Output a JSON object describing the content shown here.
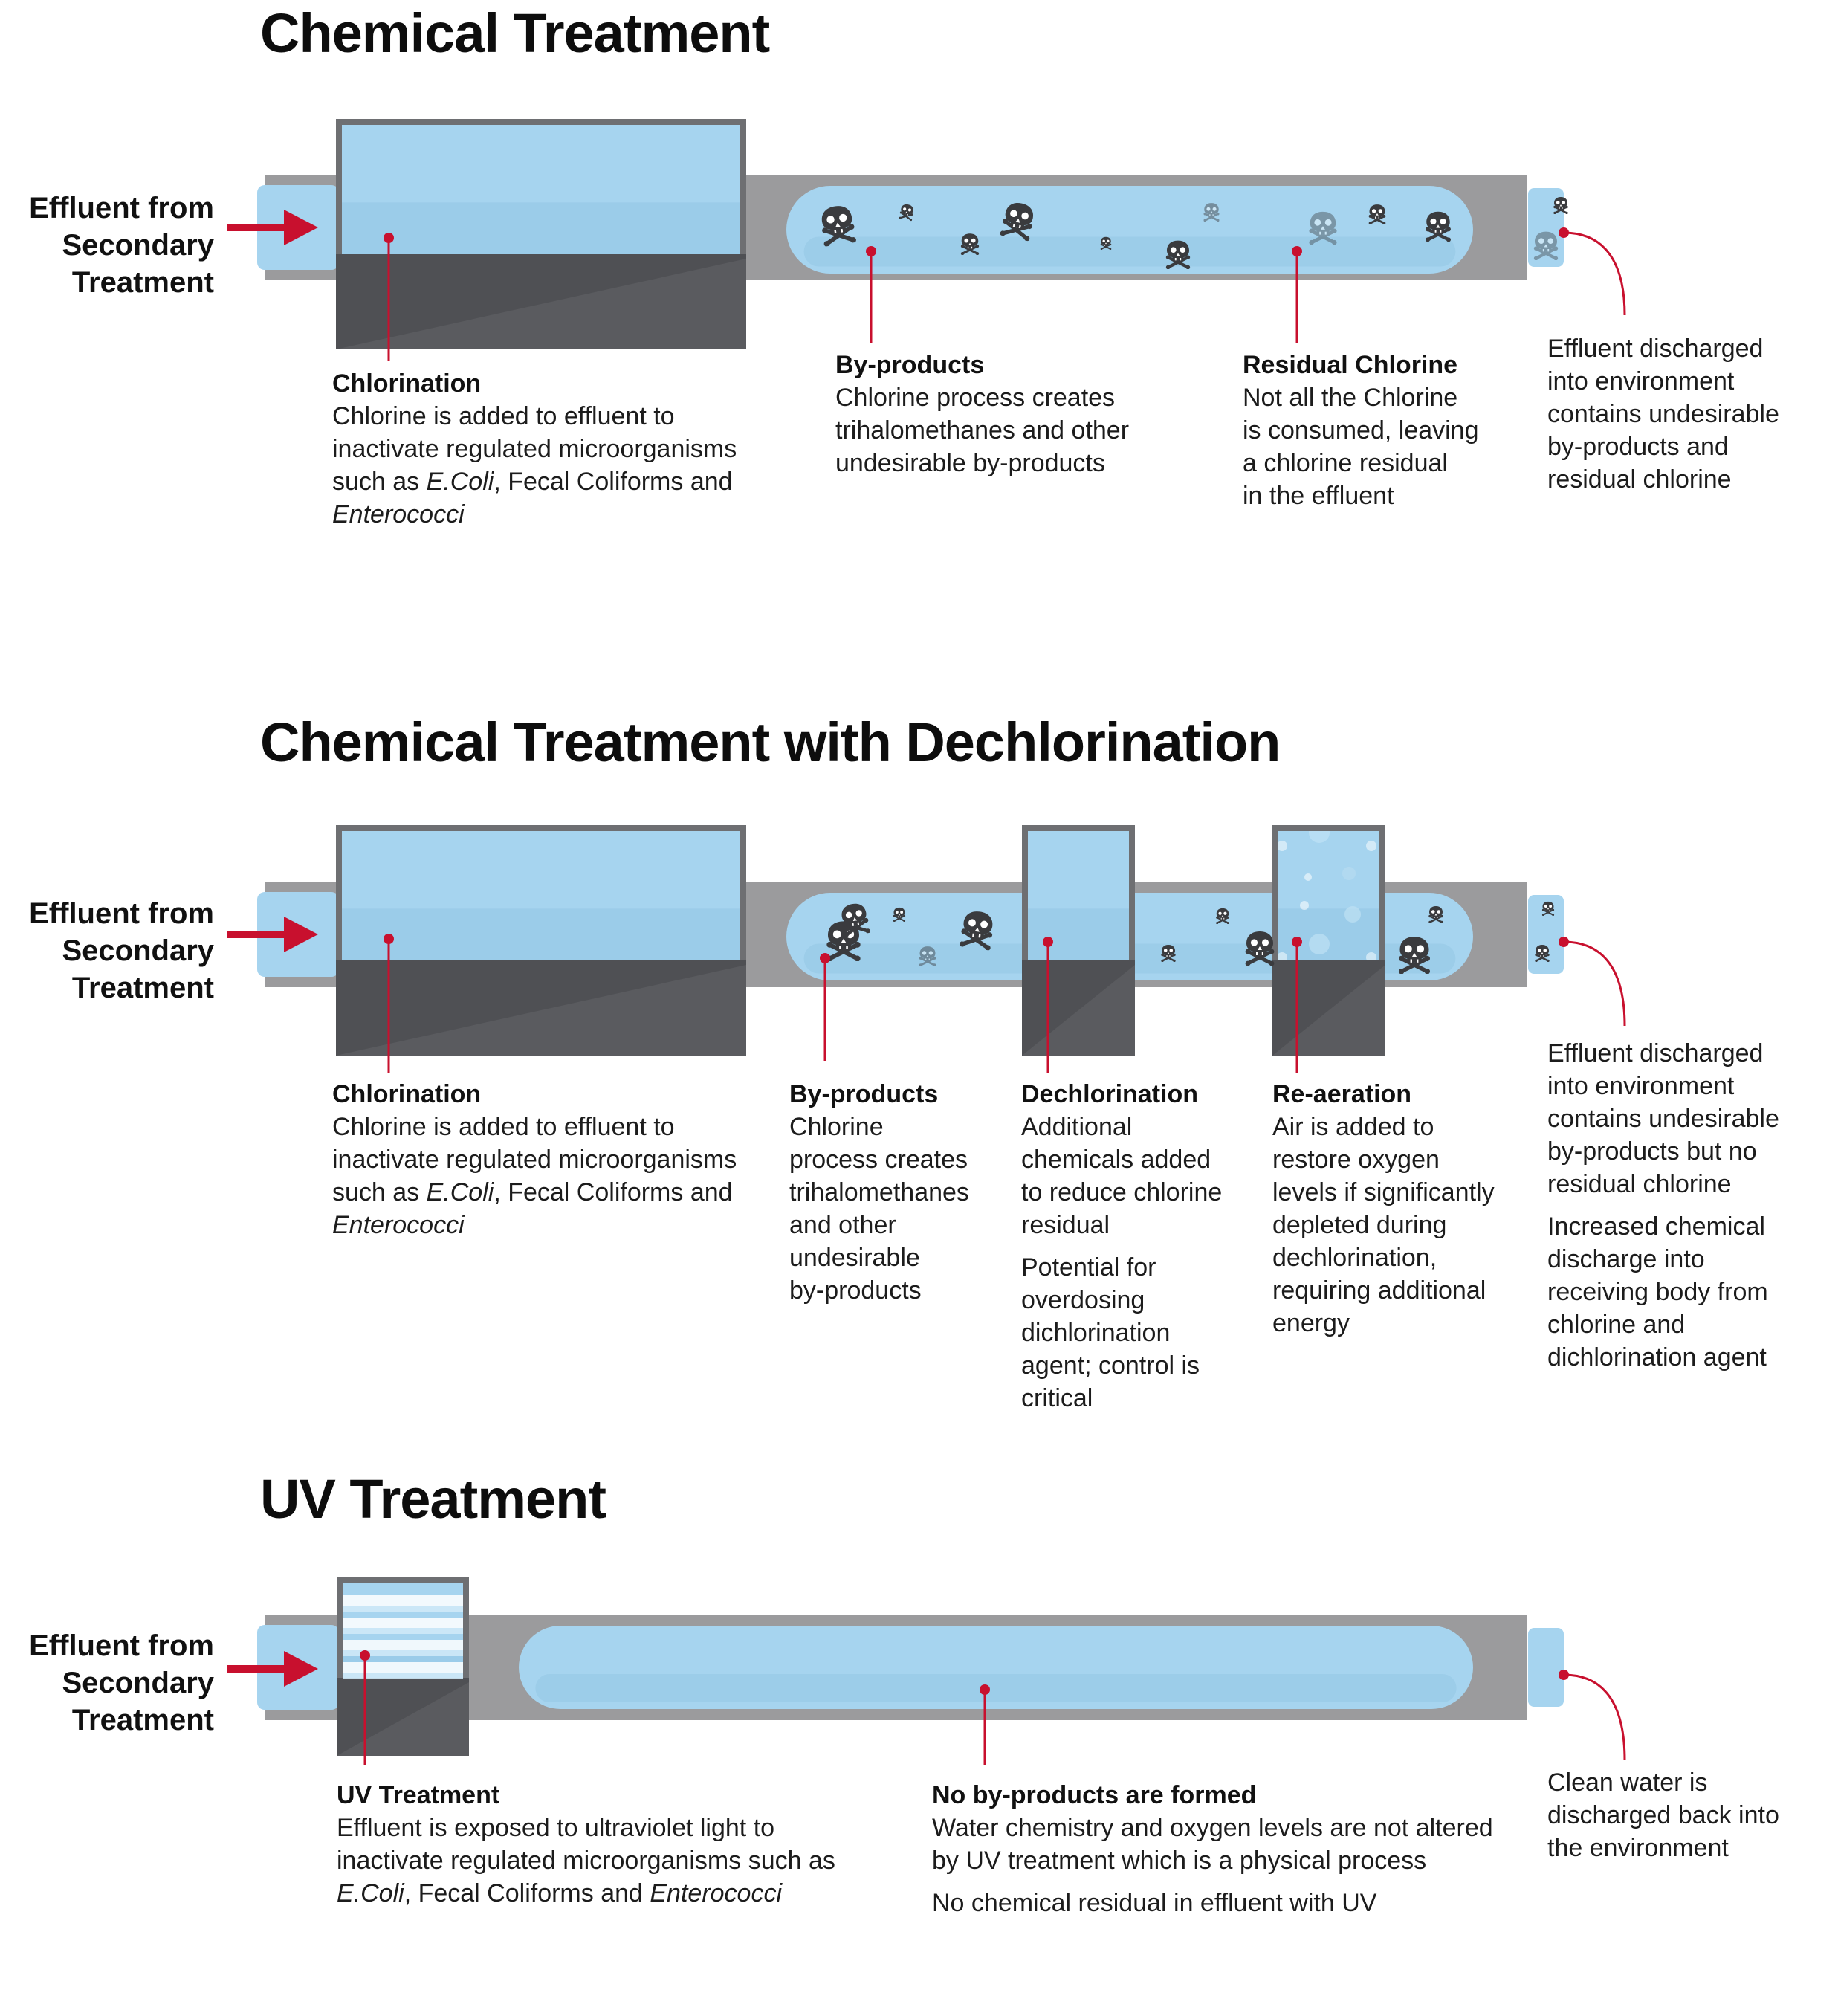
{
  "colors": {
    "pipe": "#9b9b9d",
    "pipe_dark": "#6e6f72",
    "water": "#a6d4ef",
    "water_deep": "#92c5e3",
    "tank_base": "#4f5054",
    "accent_red": "#c8102e",
    "skull": "#3a3b3e"
  },
  "icons": {
    "skull": "skull-crossbones-icon",
    "arrow": "inflow-arrow-icon",
    "bubble": "air-bubble-icon",
    "uv": "uv-lamp-icon"
  },
  "sections": [
    {
      "title": "Chemical Treatment",
      "inlet": [
        "Effluent from",
        "Secondary",
        "Treatment"
      ],
      "labels": [
        {
          "heading": "Chlorination",
          "lines": [
            "Chlorine is added to effluent to",
            "inactivate regulated microorganisms",
            "such as E.Coli, Fecal Coliforms and",
            "Enterococci"
          ],
          "extra": []
        },
        {
          "heading": "By-products",
          "lines": [
            "Chlorine process creates",
            "trihalomethanes and other",
            "undesirable by-products"
          ],
          "extra": []
        },
        {
          "heading": "Residual Chlorine",
          "lines": [
            "Not all the Chlorine",
            "is consumed, leaving",
            "a chlorine residual",
            "in the effluent"
          ],
          "extra": []
        },
        {
          "heading": "",
          "lines": [
            "Effluent discharged",
            "into environment",
            "contains undesirable",
            "by-products and",
            "residual chlorine"
          ],
          "extra": []
        }
      ]
    },
    {
      "title": "Chemical Treatment with Dechlorination",
      "inlet": [
        "Effluent from",
        "Secondary",
        "Treatment"
      ],
      "labels": [
        {
          "heading": "Chlorination",
          "lines": [
            "Chlorine is added to effluent to",
            "inactivate regulated microorganisms",
            "such as E.Coli, Fecal Coliforms and",
            "Enterococci"
          ],
          "extra": []
        },
        {
          "heading": "By-products",
          "lines": [
            "Chlorine",
            "process creates",
            "trihalomethanes",
            "and other",
            "undesirable",
            "by-products"
          ],
          "extra": []
        },
        {
          "heading": "Dechlorination",
          "lines": [
            "Additional",
            "chemicals added",
            "to reduce chlorine",
            "residual"
          ],
          "extra": [
            "Potential for",
            "overdosing",
            "dichlorination",
            "agent; control is",
            "critical"
          ]
        },
        {
          "heading": "Re-aeration",
          "lines": [
            "Air is added to",
            "restore oxygen",
            "levels if significantly",
            "depleted during",
            "dechlorination,",
            "requiring additional",
            "energy"
          ],
          "extra": []
        },
        {
          "heading": "",
          "lines": [
            "Effluent discharged",
            "into environment",
            "contains undesirable",
            "by-products but no",
            "residual chlorine"
          ],
          "extra": [
            "Increased chemical",
            "discharge into",
            "receiving body from",
            "chlorine and",
            "dichlorination agent"
          ]
        }
      ]
    },
    {
      "title": "UV Treatment",
      "inlet": [
        "Effluent from",
        "Secondary",
        "Treatment"
      ],
      "labels": [
        {
          "heading": "UV Treatment",
          "lines": [
            "Effluent is exposed to ultraviolet light to",
            "inactivate  regulated microorganisms such as",
            "E.Coli, Fecal Coliforms and Enterococci"
          ],
          "extra": []
        },
        {
          "heading": "No by-products are formed",
          "lines": [
            "Water chemistry and oxygen levels are not altered",
            "by UV treatment which is a physical process"
          ],
          "extra": [
            "No chemical residual in effluent with UV"
          ]
        },
        {
          "heading": "",
          "lines": [
            "Clean water is",
            "discharged back into",
            "the environment"
          ],
          "extra": []
        }
      ]
    }
  ]
}
